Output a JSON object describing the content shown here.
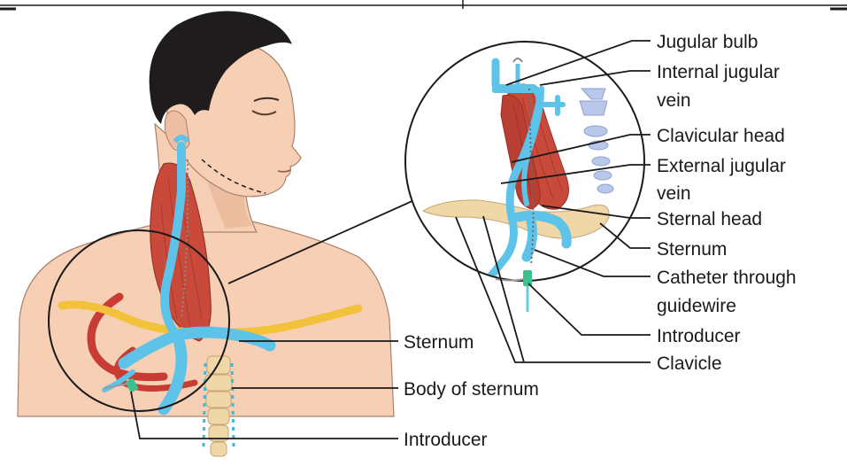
{
  "colors": {
    "skin": "#f6cfb4",
    "skin_shadow": "#e9b597",
    "hair": "#1e1c1c",
    "vein": "#5ec3e8",
    "vein_dark": "#2e9bc8",
    "muscle": "#c94a3a",
    "muscle_dark": "#9c2f25",
    "clavicle": "#f2c23a",
    "bone": "#f0d7a8",
    "rib": "#c93c33",
    "introducer": "#3cc18e",
    "line": "#1a1a1a"
  },
  "labels": {
    "jugular_bulb": "Jugular bulb",
    "internal_jugular_1": "Internal jugular",
    "internal_jugular_2": "vein",
    "clavicular_head": "Clavicular head",
    "external_jugular_1": "External jugular",
    "external_jugular_2": "vein",
    "sternal_head": "Sternal head",
    "sternum_right": "Sternum",
    "catheter_1": "Catheter through",
    "catheter_2": "guidewire",
    "introducer_right": "Introducer",
    "clavicle": "Clavicle",
    "sternum_left": "Sternum",
    "body_of_sternum": "Body of sternum",
    "introducer_left": "Introducer"
  }
}
